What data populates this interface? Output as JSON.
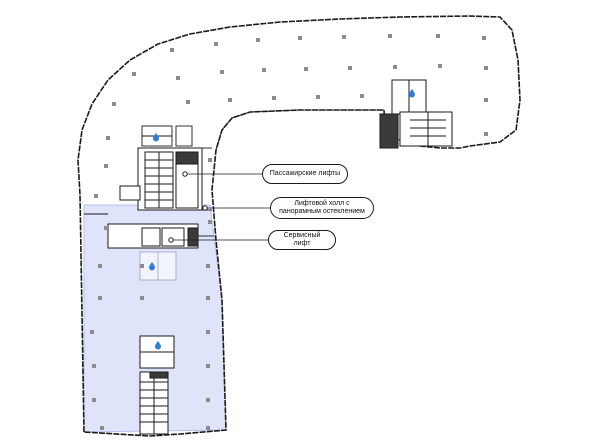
{
  "callouts": {
    "passenger_lifts": "Пассажирские лифты",
    "lift_hall_line1": "Лифтовой холл с",
    "lift_hall_line2": "панорамным остеклением",
    "service_lift": "Сервисный лифт"
  },
  "colors": {
    "wall": "#1a1a1a",
    "highlight_fill": "#dfe4fa",
    "highlight_stroke": "#b7c1ee",
    "column": "#8c8c8c",
    "water_icon": "#2f7fd6",
    "core_fill": "#ffffff",
    "stair_dark": "#3a3a3a"
  },
  "icons": {
    "water": "water-drop-icon",
    "marker": "callout-dot-icon"
  }
}
